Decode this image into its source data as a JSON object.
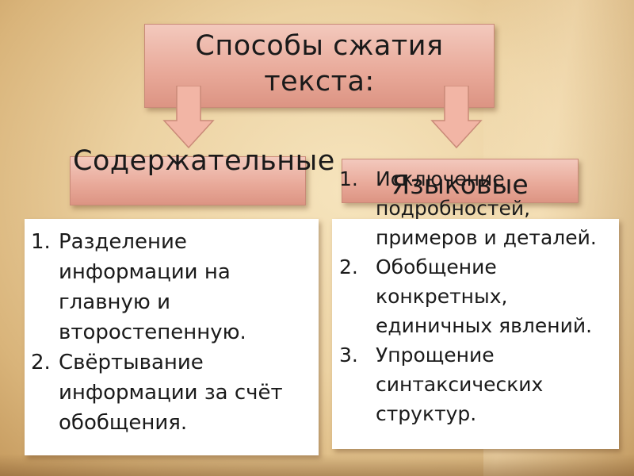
{
  "title": "Способы сжатия текста:",
  "categories": {
    "left": "Содержательные",
    "right": "Языковые"
  },
  "left_list": [
    {
      "num": "1.",
      "text": "Разделение информации на главную и второстепенную."
    },
    {
      "num": "2.",
      "text": "Свёртывание информации за счёт обобщения."
    }
  ],
  "right_list": [
    {
      "num": "1.",
      "text": "Исключение подробностей, примеров и деталей."
    },
    {
      "num": "2.",
      "text": "Обобщение конкретных, единичных явлений."
    },
    {
      "num": "3.",
      "text": "Упрощение синтаксических структур."
    }
  ],
  "colors": {
    "box_fill": "#e8a898",
    "arrow_fill": "#f2b5a5",
    "text": "#1a1a1a"
  }
}
